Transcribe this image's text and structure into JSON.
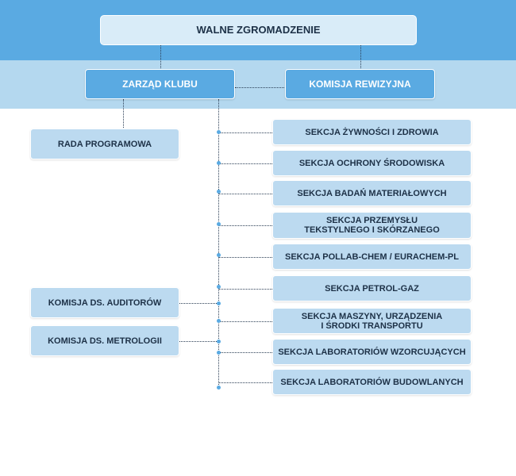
{
  "colors": {
    "band_top": "#5aaae2",
    "band_mid": "#b4d8ef",
    "box_dark": "#5aaae2",
    "box_light": "#bcdaf0",
    "text_dark": "#1d3147"
  },
  "nodes": {
    "walne": "WALNE ZGROMADZENIE",
    "zarzad": "ZARZĄD KLUBU",
    "rewizyjna": "KOMISJA REWIZYJNA",
    "rada": "RADA PROGRAMOWA",
    "auditorow": "KOMISJA DS. AUDITORÓW",
    "metrologii": "KOMISJA DS. METROLOGII"
  },
  "sections": [
    "SEKCJA ŻYWNOŚCI I ZDROWIA",
    "SEKCJA OCHRONY ŚRODOWISKA",
    "SEKCJA BADAŃ MATERIAŁOWYCH",
    "SEKCJA PRZEMYSŁU\nTEKSTYLNEGO I SKÓRZANEGO",
    "SEKCJA POLLAB-CHEM / EURACHEM-PL",
    "SEKCJA PETROL-GAZ",
    "SEKCJA MASZYNY, URZĄDZENIA\nI ŚRODKI TRANSPORTU",
    "SEKCJA LABORATORIÓW WZORCUJĄCYCH",
    "SEKCJA LABORATORIÓW BUDOWLANYCH"
  ]
}
